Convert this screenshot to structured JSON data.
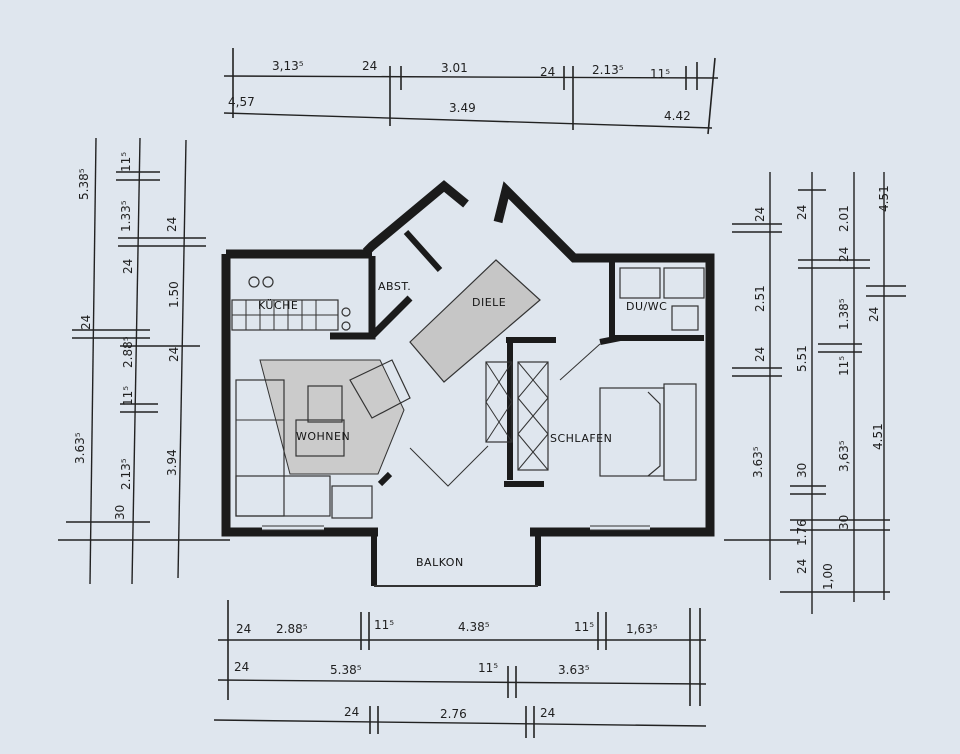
{
  "rooms": {
    "kueche": "KÜCHE",
    "abst": "ABST.",
    "diele": "DIELE",
    "duwc": "DU/WC",
    "wohnen": "WOHNEN",
    "schlafen": "SCHLAFEN",
    "balkon": "BALKON"
  },
  "dims_top": {
    "r1a": "3,13⁵",
    "r1b": "24",
    "r1c": "3.01",
    "r1d": "24",
    "r1e": "2.13⁵",
    "r1f": "11⁵",
    "r2a": "4,57",
    "r2b": "3.49",
    "r2c": "4.42"
  },
  "dims_bottom": {
    "r1a": "24",
    "r1b": "2.88⁵",
    "r1c": "11⁵",
    "r1d": "4.38⁵",
    "r1e": "11⁵",
    "r1f": "1,63⁵",
    "r2a": "24",
    "r2b": "5.38⁵",
    "r2c": "11⁵",
    "r2d": "3.63⁵",
    "r3a": "24",
    "r3b": "2.76",
    "r3c": "24"
  },
  "dims_left": {
    "a": "5.38⁵",
    "b": "11⁵",
    "c": "1.33⁵",
    "d": "24",
    "e": "24",
    "f": "1.50",
    "g": "24",
    "h": "2.88⁵",
    "i": "24",
    "j": "11⁵",
    "k": "3.63⁵",
    "l": "2.13⁵",
    "m": "3.94",
    "n": "30"
  },
  "dims_right": {
    "a": "24",
    "b": "2.51",
    "c": "24",
    "d": "5.51",
    "e": "3.63⁵",
    "f": "1.76",
    "g": "24",
    "h": "30",
    "i": "24",
    "j": "2.01",
    "k": "24",
    "l": "1.38⁵",
    "m": "11⁵",
    "n": "3,63⁵",
    "o": "30",
    "p": "1,00",
    "q": "4.51",
    "r": "24",
    "s": "4.51"
  }
}
